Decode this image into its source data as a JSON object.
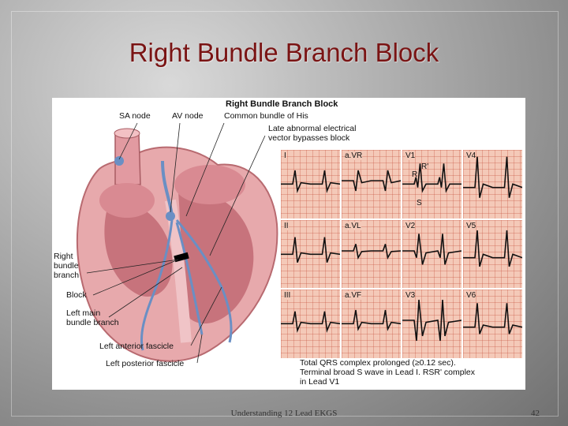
{
  "slide": {
    "title": "Right Bundle Branch Block",
    "footer": "Understanding 12 Lead EKGS",
    "page_number": "42"
  },
  "figure": {
    "title": "Right Bundle Branch Block",
    "labels": {
      "sa_node": "SA node",
      "av_node": "AV node",
      "common_bundle": "Common bundle of His",
      "late_abnormal_1": "Late abnormal electrical",
      "late_abnormal_2": "vector bypasses block",
      "right_1": "Right",
      "right_2": "bundle",
      "right_3": "branch",
      "block": "Block",
      "left_main_1": "Left main",
      "left_main_2": "bundle branch",
      "left_anterior": "Left anterior fascicle",
      "left_posterior": "Left posterior fascicle"
    },
    "leads": [
      "I",
      "a.VR",
      "V1",
      "V4",
      "II",
      "a.VL",
      "V2",
      "V5",
      "III",
      "a.VF",
      "V3",
      "V6"
    ],
    "v1_marks": {
      "r": "R",
      "r_prime": "R'",
      "s": "S"
    },
    "caption": [
      "Total QRS complex prolonged (≥0.12 sec).",
      "Terminal broad S wave in Lead I. RSR' complex",
      "in Lead V1"
    ]
  },
  "colors": {
    "title": "#7a1414",
    "ecg_paper": "#f4c9b8",
    "trace": "#111111"
  }
}
